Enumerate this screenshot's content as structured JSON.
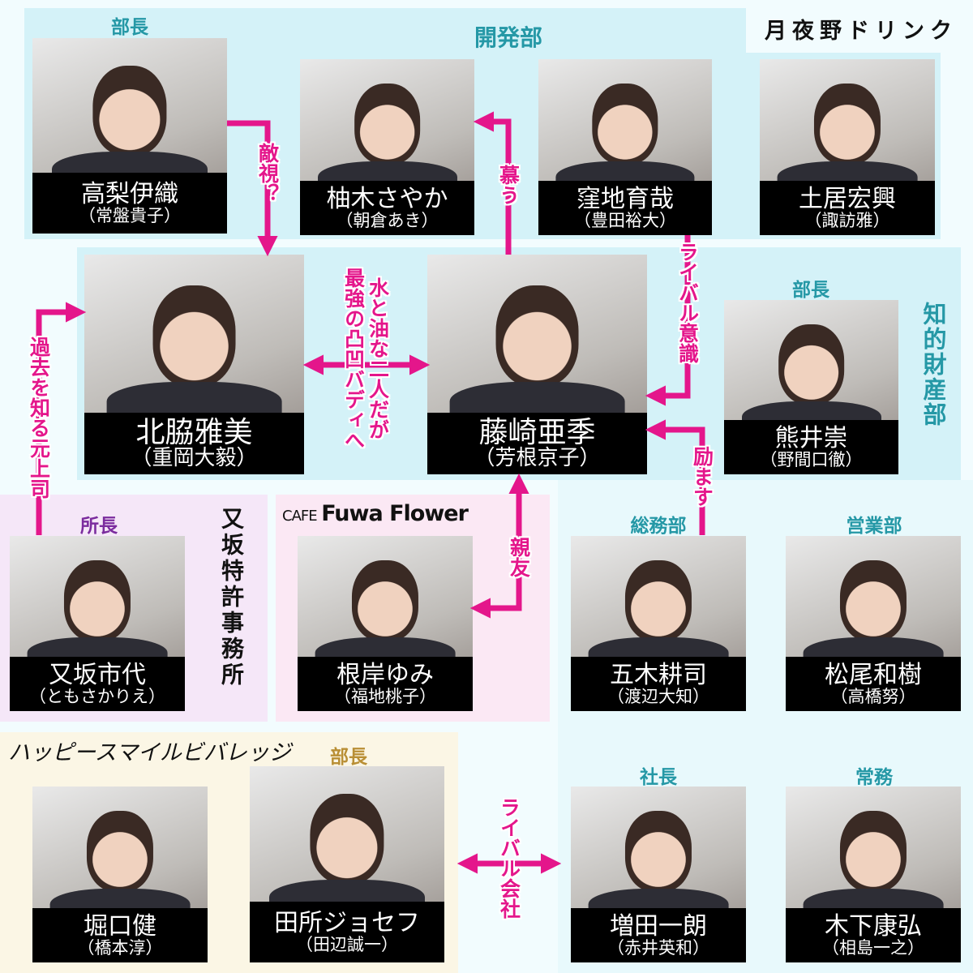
{
  "company": "月夜野ドリンク",
  "colors": {
    "arrow": "#e4168b",
    "dept_label": "#2598a6",
    "region_cyan": "#d4f2f8",
    "region_pink": "#f5e7f8",
    "region_beige": "#fbf6e5"
  },
  "departments": {
    "kaihatsu": "開発部",
    "chiteki": "知的財産部",
    "soumu": "総務部",
    "eigyou": "営業部"
  },
  "organizations": {
    "matasaka_office": "又坂特許事務所",
    "cafe_small": "CAFE",
    "cafe_name": "Fuwa Flower",
    "happy_smile": "ハッピースマイルビバレッジ"
  },
  "roles": {
    "takanashi": "部長",
    "kumai": "部長",
    "matasaka": "所長",
    "tadokoro": "部長",
    "masuda": "社長",
    "kinoshita": "常務"
  },
  "characters": [
    {
      "name": "高梨伊織",
      "actor": "（常盤貴子）"
    },
    {
      "name": "柚木さやか",
      "actor": "（朝倉あき）"
    },
    {
      "name": "窪地育哉",
      "actor": "（豊田裕大）"
    },
    {
      "name": "土居宏興",
      "actor": "（諏訪雅）"
    },
    {
      "name": "北脇雅美",
      "actor": "（重岡大毅）"
    },
    {
      "name": "藤崎亜季",
      "actor": "（芳根京子）"
    },
    {
      "name": "熊井崇",
      "actor": "（野間口徹）"
    },
    {
      "name": "又坂市代",
      "actor": "（ともさかりえ）"
    },
    {
      "name": "根岸ゆみ",
      "actor": "（福地桃子）"
    },
    {
      "name": "五木耕司",
      "actor": "（渡辺大知）"
    },
    {
      "name": "松尾和樹",
      "actor": "（高橋努）"
    },
    {
      "name": "堀口健",
      "actor": "（橋本淳）"
    },
    {
      "name": "田所ジョセフ",
      "actor": "（田辺誠一）"
    },
    {
      "name": "増田一朗",
      "actor": "（赤井英和）"
    },
    {
      "name": "木下康弘",
      "actor": "（相島一之）"
    }
  ],
  "relations": {
    "tekishi": "敵視？",
    "shitau": "慕う",
    "rival_ishiki": "ライバル意識",
    "hagemasu": "励ます",
    "shinyu": "親友",
    "kako": "過去を知る元上司",
    "buddy_1": "水と油な二人だが",
    "buddy_2": "最強の凸凹バディへ",
    "rival_company": "ライバル会社"
  }
}
